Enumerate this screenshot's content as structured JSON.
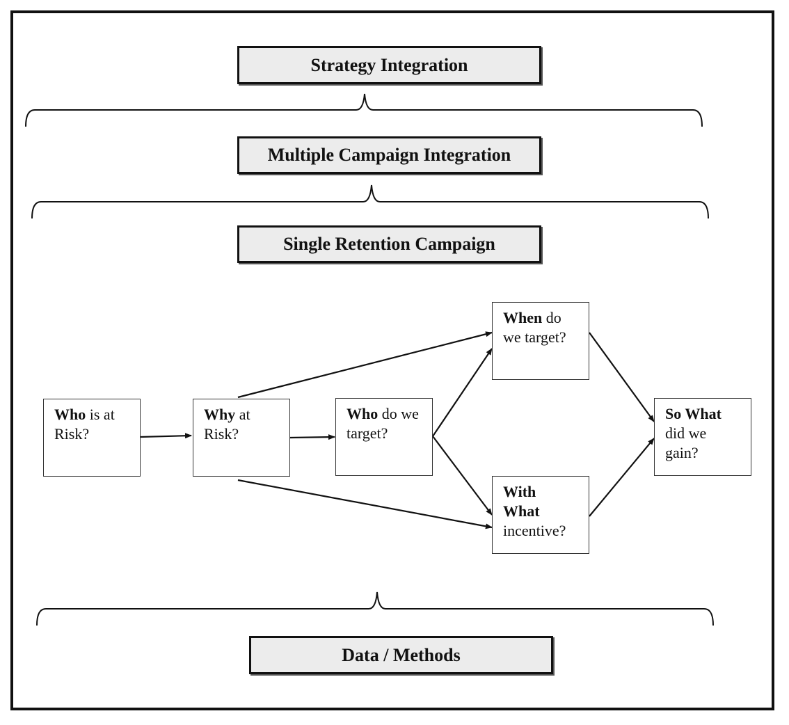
{
  "tiers": {
    "strategy": "Strategy Integration",
    "multiple_campaign": "Multiple Campaign Integration",
    "single_campaign": "Single Retention Campaign",
    "data_methods": "Data / Methods"
  },
  "steps": {
    "who_at_risk": {
      "bold": "Who",
      "rest": " is at Risk?"
    },
    "why_at_risk": {
      "bold": "Why",
      "rest": " at Risk?"
    },
    "who_target": {
      "bold": "Who",
      "rest": " do we target?"
    },
    "when_target": {
      "bold": "When",
      "rest": " do we target?"
    },
    "with_what": {
      "bold": "With What",
      "rest": " incentive?"
    },
    "so_what": {
      "bold": "So What",
      "rest": " did we gain?"
    }
  }
}
